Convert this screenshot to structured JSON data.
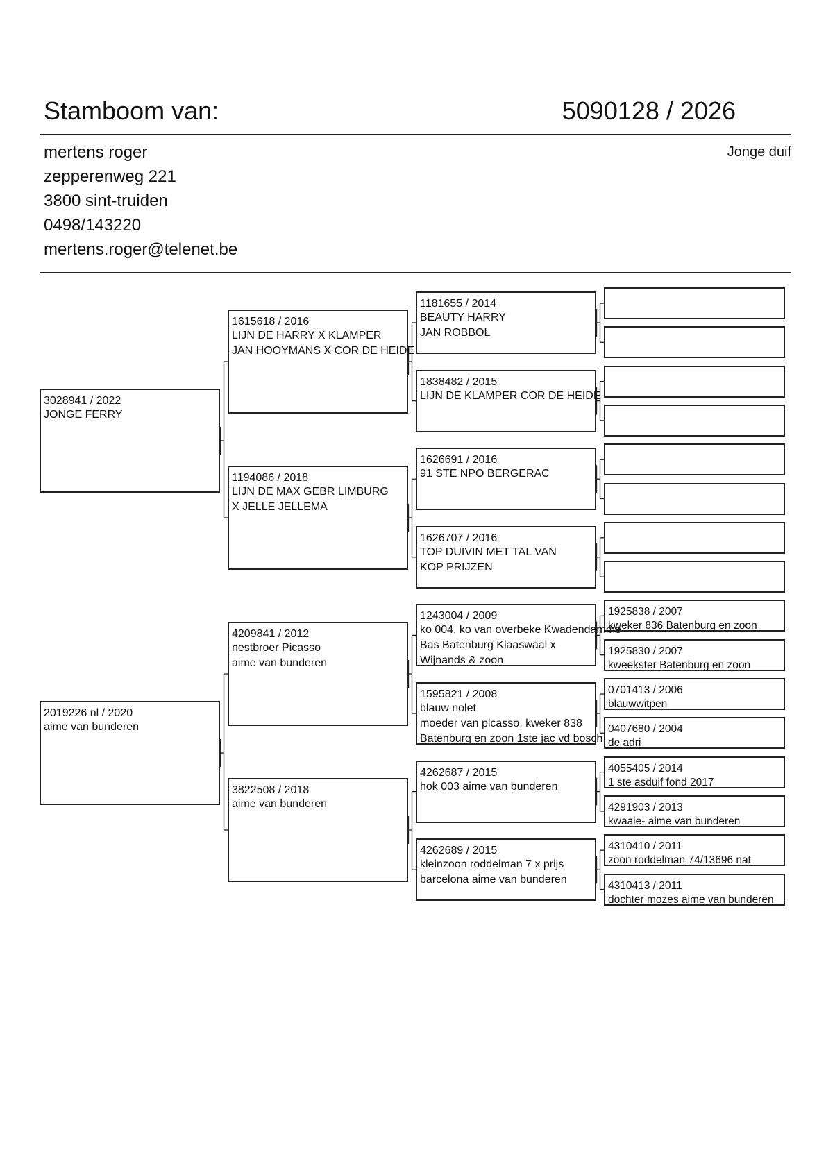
{
  "header": {
    "title": "Stamboom van:",
    "ring": "5090128 / 2026"
  },
  "owner": {
    "name": "mertens roger",
    "street": "zepperenweg  221",
    "city": "3800  sint-truiden",
    "phone": "0498/143220",
    "email": "mertens.roger@telenet.be"
  },
  "category": "Jonge duif",
  "pedigree": {
    "p1": {
      "ring": "3028941 / 2022",
      "lines": [
        "JONGE FERRY"
      ]
    },
    "p2": {
      "ring": "2019226 nl / 2020",
      "lines": [
        "aime van bunderen"
      ]
    },
    "gp1": {
      "ring": "1615618 / 2016",
      "lines": [
        "LIJN DE HARRY  X KLAMPER",
        "JAN HOOYMANS X COR DE HEIDE"
      ]
    },
    "gp2": {
      "ring": "1194086 / 2018",
      "lines": [
        "LIJN DE MAX GEBR LIMBURG",
        "X JELLE JELLEMA"
      ]
    },
    "gp3": {
      "ring": "4209841 / 2012",
      "lines": [
        "nestbroer Picasso",
        "aime van bunderen"
      ]
    },
    "gp4": {
      "ring": "3822508 / 2018",
      "lines": [
        "aime van bunderen"
      ]
    },
    "ggp1": {
      "ring": "1181655 / 2014",
      "lines": [
        "BEAUTY HARRY",
        "JAN ROBBOL"
      ]
    },
    "ggp2": {
      "ring": "1838482 / 2015",
      "lines": [
        "LIJN DE KLAMPER COR DE HEIDE"
      ]
    },
    "ggp3": {
      "ring": "1626691 / 2016",
      "lines": [
        "91 STE NPO BERGERAC"
      ]
    },
    "ggp4": {
      "ring": "1626707 / 2016",
      "lines": [
        "TOP DUIVIN MET TAL VAN",
        "KOP PRIJZEN"
      ]
    },
    "ggp5": {
      "ring": "1243004 / 2009",
      "lines": [
        "ko 004, ko van overbeke Kwadendamme",
        "Bas Batenburg Klaaswaal x",
        "Wijnands & zoon"
      ]
    },
    "ggp6": {
      "ring": "1595821 / 2008",
      "lines": [
        "blauw nolet",
        "moeder van picasso, kweker 838",
        "Batenburg en zoon 1ste jac vd bosch"
      ]
    },
    "ggp7": {
      "ring": "4262687 / 2015",
      "lines": [
        "hok 003 aime van bunderen"
      ]
    },
    "ggp8": {
      "ring": "4262689 / 2015",
      "lines": [
        "kleinzoon roddelman 7 x prijs",
        "barcelona aime van bunderen"
      ]
    },
    "g4_1": {
      "ring": "",
      "lines": []
    },
    "g4_2": {
      "ring": "",
      "lines": []
    },
    "g4_3": {
      "ring": "",
      "lines": []
    },
    "g4_4": {
      "ring": "",
      "lines": []
    },
    "g4_5": {
      "ring": "",
      "lines": []
    },
    "g4_6": {
      "ring": "",
      "lines": []
    },
    "g4_7": {
      "ring": "",
      "lines": []
    },
    "g4_8": {
      "ring": "",
      "lines": []
    },
    "g4_9": {
      "ring": "1925838 / 2007",
      "lines": [
        "kweker 836 Batenburg en zoon"
      ]
    },
    "g4_10": {
      "ring": "1925830 / 2007",
      "lines": [
        "kweekster Batenburg en zoon"
      ]
    },
    "g4_11": {
      "ring": "0701413 / 2006",
      "lines": [
        "blauwwitpen"
      ]
    },
    "g4_12": {
      "ring": "0407680 / 2004",
      "lines": [
        "de adri"
      ]
    },
    "g4_13": {
      "ring": "4055405 / 2014",
      "lines": [
        "1 ste asduif fond 2017"
      ]
    },
    "g4_14": {
      "ring": "4291903 / 2013",
      "lines": [
        "kwaaie-   aime van bunderen"
      ]
    },
    "g4_15": {
      "ring": "4310410 / 2011",
      "lines": [
        "zoon roddelman 74/13696 nat"
      ]
    },
    "g4_16": {
      "ring": "4310413 / 2011",
      "lines": [
        "dochter mozes aime van bunderen"
      ]
    }
  }
}
